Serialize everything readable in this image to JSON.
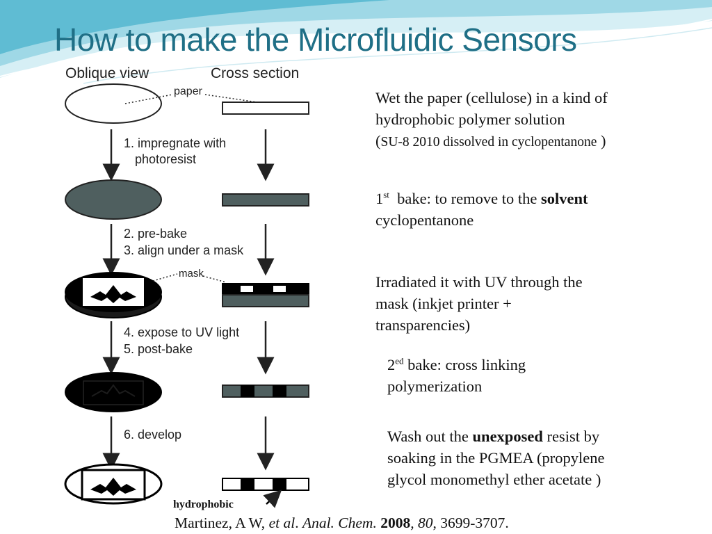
{
  "slide": {
    "title": "How to make the Microfluidic Sensors"
  },
  "figure": {
    "header_oblique": "Oblique view",
    "header_cross": "Cross section",
    "label_paper": "paper",
    "step1_line1": "1. impregnate with",
    "step1_line2": "photoresist",
    "step2": "2. pre-bake",
    "step3": "3. align under a mask",
    "label_mask": "mask",
    "step4": "4. expose to UV light",
    "step5": "5. post-bake",
    "step6": "6. develop",
    "hydrophobic_label": "hydrophobic"
  },
  "notes": {
    "n1_line1": "Wet the paper (cellulose) in a kind of",
    "n1_line2": "hydrophobic polymer solution",
    "n1_line3a": "(",
    "n1_line3b": "SU-8 2010 dissolved in cyclopentanone",
    "n1_line3c": " )",
    "n2_num": "1",
    "n2_sup": "st",
    "n2_text": "  bake: to remove to the ",
    "n2_bold": "solvent",
    "n2_line2": "cyclopentanone",
    "n3_line1": "Irradiated it with UV through the",
    "n3_line2": "mask (inkjet printer +",
    "n3_line3": "transparencies)",
    "n4_num": "2",
    "n4_sup": "ed",
    "n4_text": " bake: cross linking",
    "n4_line2": "polymerization",
    "n5_line1a": "Wash out the ",
    "n5_bold": "unexposed",
    "n5_line1b": " resist by",
    "n5_line2": "soaking in the PGMEA (propylene",
    "n5_line3": "glycol monomethyl ether acetate )"
  },
  "citation": {
    "authors": "Martinez, A W, ",
    "etal": "et al",
    "dot1": ". ",
    "journal": "Anal. Chem.",
    "sp": " ",
    "year": "2008",
    "comma1": ", ",
    "volume": "80",
    "pages": ", 3699-3707."
  },
  "colors": {
    "title": "#1f6f86",
    "swoosh_light": "#bfe6ef",
    "swoosh_mid": "#6fc3d8",
    "resist": "#4f5f5f",
    "black": "#000000"
  }
}
